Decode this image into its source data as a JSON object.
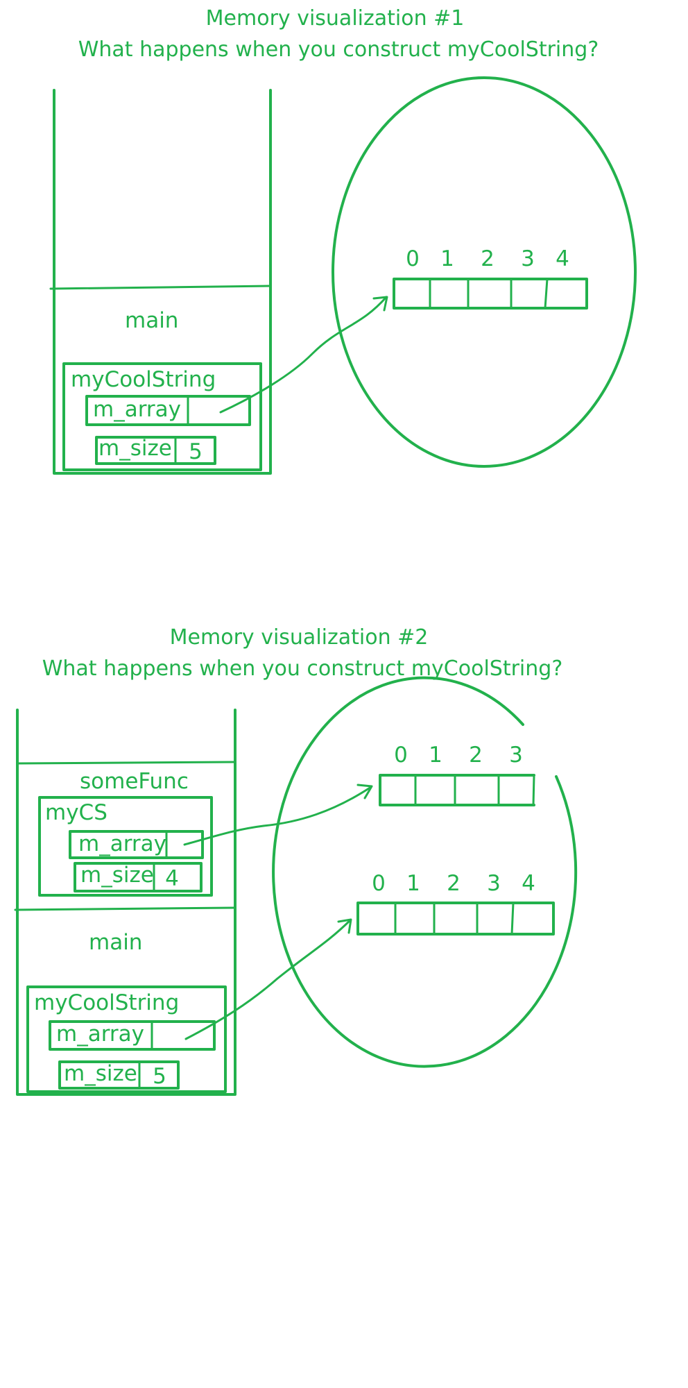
{
  "diagram1": {
    "title_line1": "Memory visualization #1",
    "title_line2": "What happens when  you construct myCoolString?",
    "frame_label": "main",
    "object_label": "myCoolString",
    "field_array_label": "m_array",
    "field_size_label": "m_size",
    "field_size_value": "5",
    "heap_array_indices": [
      "0",
      "1",
      "2",
      "3",
      "4"
    ]
  },
  "diagram2": {
    "title_line1": "Memory visualization #2",
    "title_line2": "What happens when  you construct myCoolString?",
    "top_frame_label": "someFunc",
    "top_object_label": "myCS",
    "top_field_array_label": "m_array",
    "top_field_size_label": "m_size",
    "top_field_size_value": "4",
    "bottom_frame_label": "main",
    "bottom_object_label": "myCoolString",
    "bottom_field_array_label": "m_array",
    "bottom_field_size_label": "m_size",
    "bottom_field_size_value": "5",
    "heap_array_small_indices": [
      "0",
      "1",
      "2",
      "3"
    ],
    "heap_array_large_indices": [
      "0",
      "1",
      "2",
      "3",
      "4"
    ]
  },
  "colors": {
    "ink": "#22b14c",
    "background": "#ffffff"
  }
}
